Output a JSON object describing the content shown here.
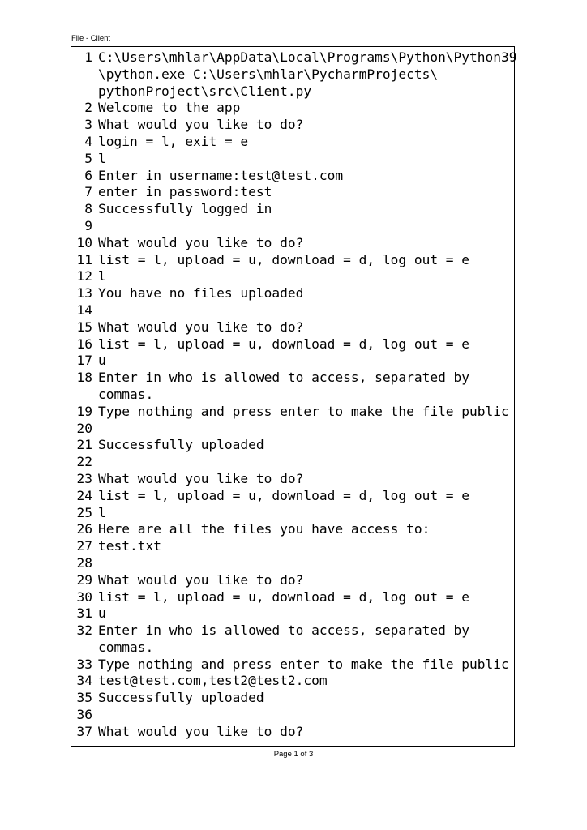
{
  "header": {
    "title": "File - Client"
  },
  "footer": {
    "page_label": "Page 1 of 3"
  },
  "lines": [
    {
      "num": "1",
      "text": "C:\\Users\\mhlar\\AppData\\Local\\Programs\\Python\\Python39\n\\python.exe C:\\Users\\mhlar\\PycharmProjects\\\npythonProject\\src\\Client.py"
    },
    {
      "num": "2",
      "text": "Welcome to the app"
    },
    {
      "num": "3",
      "text": "What would you like to do?"
    },
    {
      "num": "4",
      "text": "login = l, exit = e"
    },
    {
      "num": "5",
      "text": "l"
    },
    {
      "num": "6",
      "text": "Enter in username:test@test.com"
    },
    {
      "num": "7",
      "text": "enter in password:test"
    },
    {
      "num": "8",
      "text": "Successfully logged in"
    },
    {
      "num": "9",
      "text": ""
    },
    {
      "num": "10",
      "text": "What would you like to do?"
    },
    {
      "num": "11",
      "text": "list = l, upload = u, download = d, log out = e"
    },
    {
      "num": "12",
      "text": "l"
    },
    {
      "num": "13",
      "text": "You have no files uploaded"
    },
    {
      "num": "14",
      "text": ""
    },
    {
      "num": "15",
      "text": "What would you like to do?"
    },
    {
      "num": "16",
      "text": "list = l, upload = u, download = d, log out = e"
    },
    {
      "num": "17",
      "text": "u"
    },
    {
      "num": "18",
      "text": "Enter in who is allowed to access, separated by\ncommas."
    },
    {
      "num": "19",
      "text": "Type nothing and press enter to make the file public"
    },
    {
      "num": "20",
      "text": ""
    },
    {
      "num": "21",
      "text": "Successfully uploaded"
    },
    {
      "num": "22",
      "text": ""
    },
    {
      "num": "23",
      "text": "What would you like to do?"
    },
    {
      "num": "24",
      "text": "list = l, upload = u, download = d, log out = e"
    },
    {
      "num": "25",
      "text": "l"
    },
    {
      "num": "26",
      "text": "Here are all the files you have access to:"
    },
    {
      "num": "27",
      "text": "test.txt"
    },
    {
      "num": "28",
      "text": ""
    },
    {
      "num": "29",
      "text": "What would you like to do?"
    },
    {
      "num": "30",
      "text": "list = l, upload = u, download = d, log out = e"
    },
    {
      "num": "31",
      "text": "u"
    },
    {
      "num": "32",
      "text": "Enter in who is allowed to access, separated by\ncommas."
    },
    {
      "num": "33",
      "text": "Type nothing and press enter to make the file public"
    },
    {
      "num": "34",
      "text": "test@test.com,test2@test2.com"
    },
    {
      "num": "35",
      "text": "Successfully uploaded"
    },
    {
      "num": "36",
      "text": ""
    },
    {
      "num": "37",
      "text": "What would you like to do?"
    }
  ]
}
